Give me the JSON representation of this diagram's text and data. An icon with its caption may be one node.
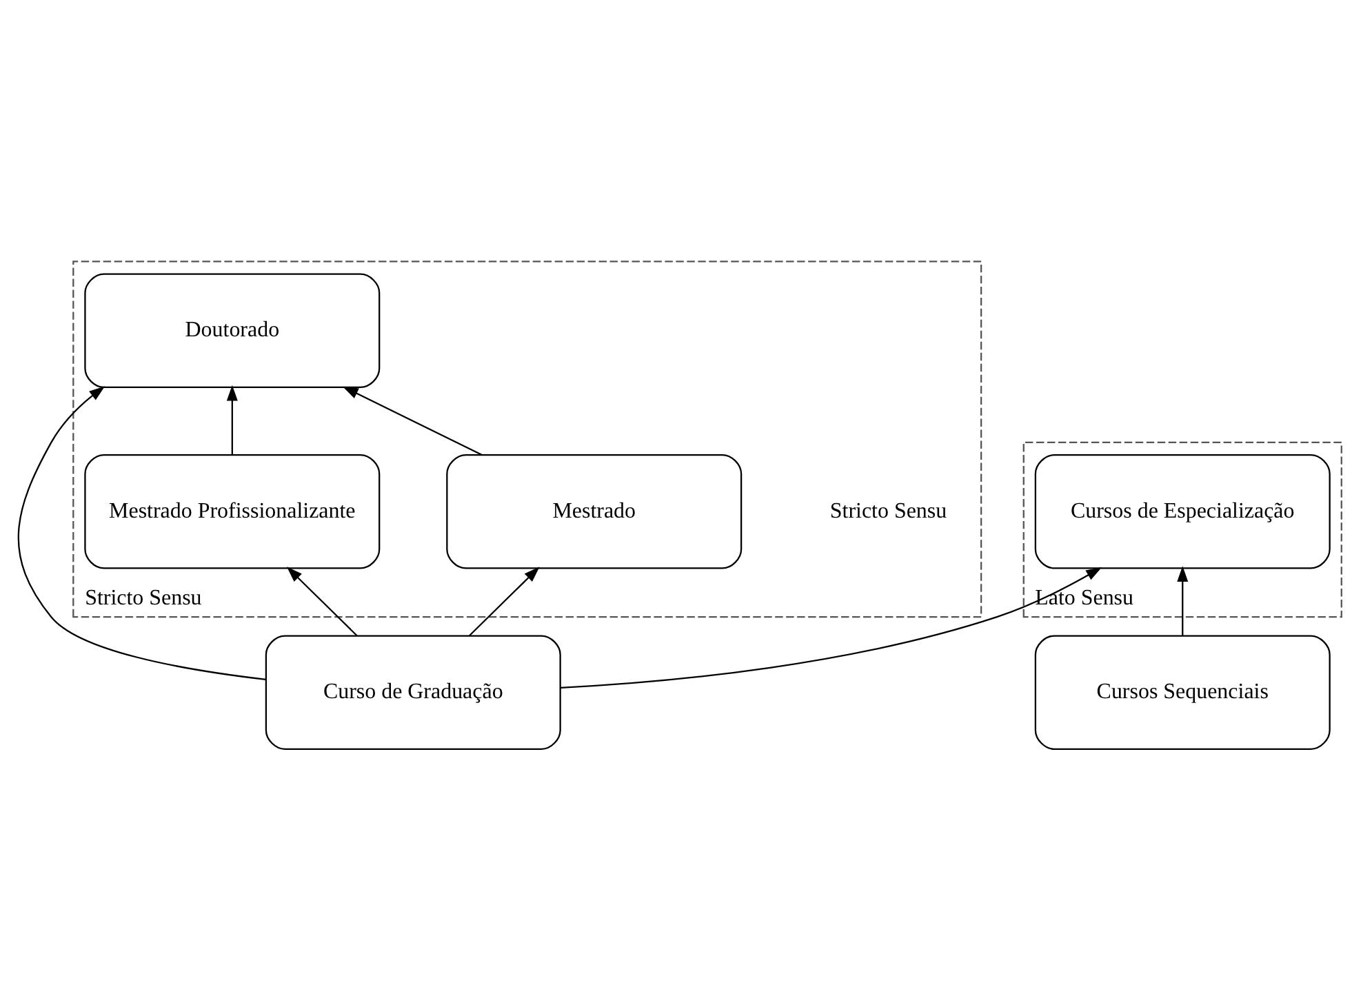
{
  "diagram": {
    "nodes": [
      {
        "text": [
          "Stricto Sensu"
        ]
      },
      {
        "text": [
          "Doutorado"
        ],
        "in": 0
      },
      {
        "text": [
          "Mestrado"
        ],
        "in": 0
      },
      {
        "text": [
          "Mestrado Profissionalizante"
        ],
        "in": 0
      },
      {
        "text": [
          "Lato Sensu"
        ]
      },
      {
        "text": [
          "Cursos de Especialização"
        ],
        "in": 4
      },
      {
        "text": [
          "Curso de Graduação"
        ]
      },
      {
        "text": [
          "Cursos Sequenciais"
        ]
      }
    ],
    "edges": [
      {
        "from": 2,
        "to": 1,
        "arrow": "to"
      },
      {
        "from": 3,
        "to": 1,
        "arrow": "to"
      },
      {
        "from": 6,
        "to": 1,
        "arrow": "to"
      },
      {
        "from": 6,
        "to": 2,
        "arrow": "to"
      },
      {
        "from": 6,
        "to": 3,
        "arrow": "to"
      },
      {
        "from": 6,
        "to": 5,
        "arrow": "to"
      },
      {
        "from": 7,
        "to": 5,
        "arrow": "to"
      }
    ],
    "labels": [
      "Stricto Sensu"
    ]
  }
}
